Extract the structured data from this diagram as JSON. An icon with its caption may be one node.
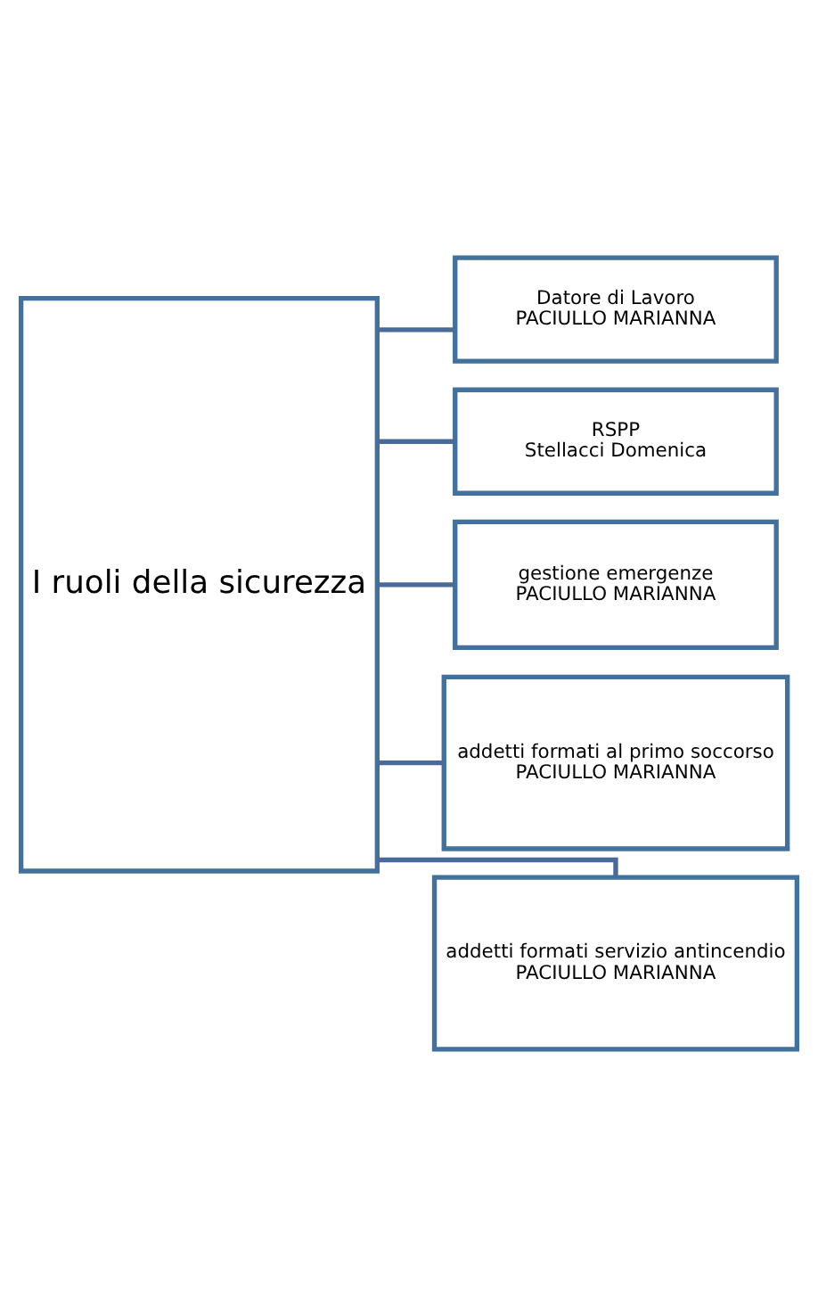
{
  "diagram": {
    "nodes": [
      {
        "text": [
          "I ruoli della sicurezza"
        ]
      },
      {
        "text": [
          "Datore di Lavoro",
          "PACIULLO MARIANNA"
        ]
      },
      {
        "text": [
          "RSPP",
          "Stellacci Domenica"
        ]
      },
      {
        "text": [
          "gestione emergenze",
          "PACIULLO MARIANNA"
        ]
      },
      {
        "text": [
          "addetti formati al primo soccorso",
          "PACIULLO MARIANNA"
        ]
      },
      {
        "text": [
          "addetti formati servizio antincendio",
          "PACIULLO MARIANNA"
        ]
      }
    ],
    "edges": [
      {
        "from": 0,
        "to": 1,
        "arrow": "none"
      },
      {
        "from": 0,
        "to": 2,
        "arrow": "none"
      },
      {
        "from": 0,
        "to": 3,
        "arrow": "none"
      },
      {
        "from": 0,
        "to": 4,
        "arrow": "none"
      },
      {
        "from": 0,
        "to": 5,
        "arrow": "none"
      }
    ]
  }
}
